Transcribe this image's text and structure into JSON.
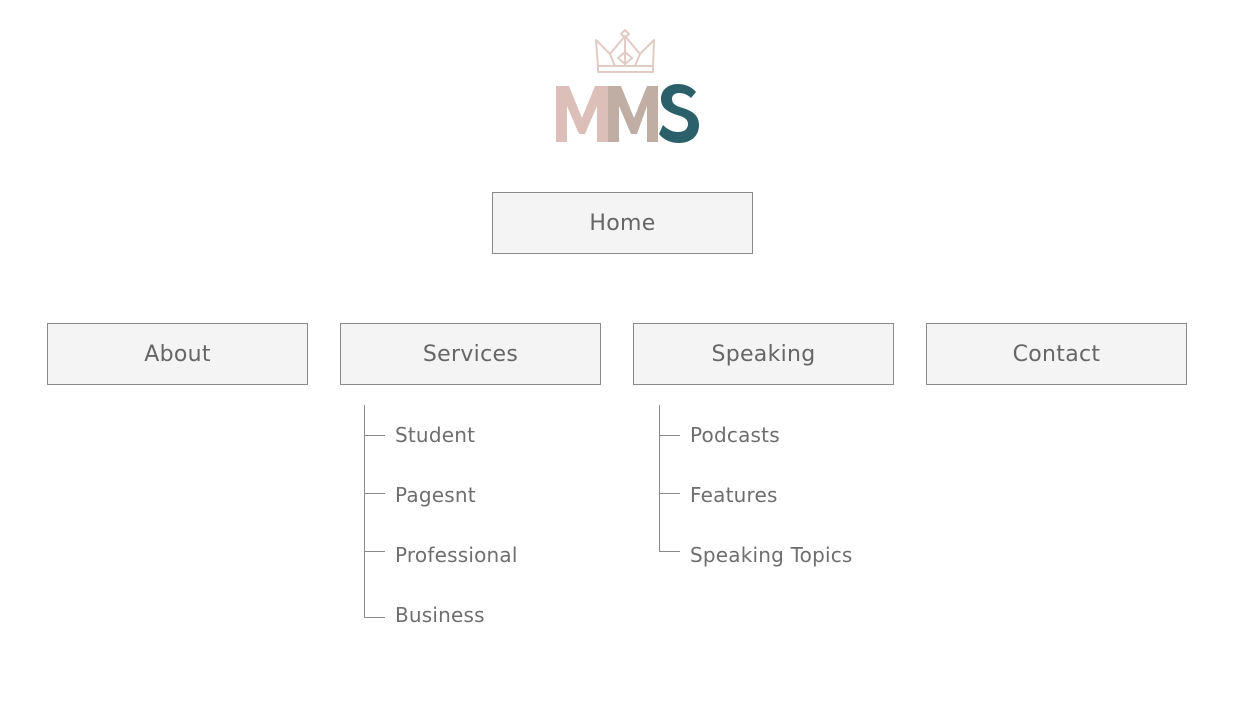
{
  "logo": {
    "letters": [
      "M",
      "M",
      "S"
    ],
    "colors": {
      "crown": "#e2cbc4",
      "m1": "#dcbfb9",
      "m2": "#c0aea5",
      "s": "#2b5f6a"
    },
    "icon": "crown-icon"
  },
  "sitemap": {
    "home": "Home",
    "top_level": [
      {
        "label": "About"
      },
      {
        "label": "Services",
        "children": [
          "Student",
          "Pagesnt",
          "Professional",
          "Business"
        ]
      },
      {
        "label": "Speaking",
        "children": [
          "Podcasts",
          "Features",
          "Speaking Topics"
        ]
      },
      {
        "label": "Contact"
      }
    ]
  },
  "colors": {
    "box_fill": "#f4f4f4",
    "box_border": "#8a8a8a",
    "text": "#666666",
    "line": "#8a8a8a"
  }
}
